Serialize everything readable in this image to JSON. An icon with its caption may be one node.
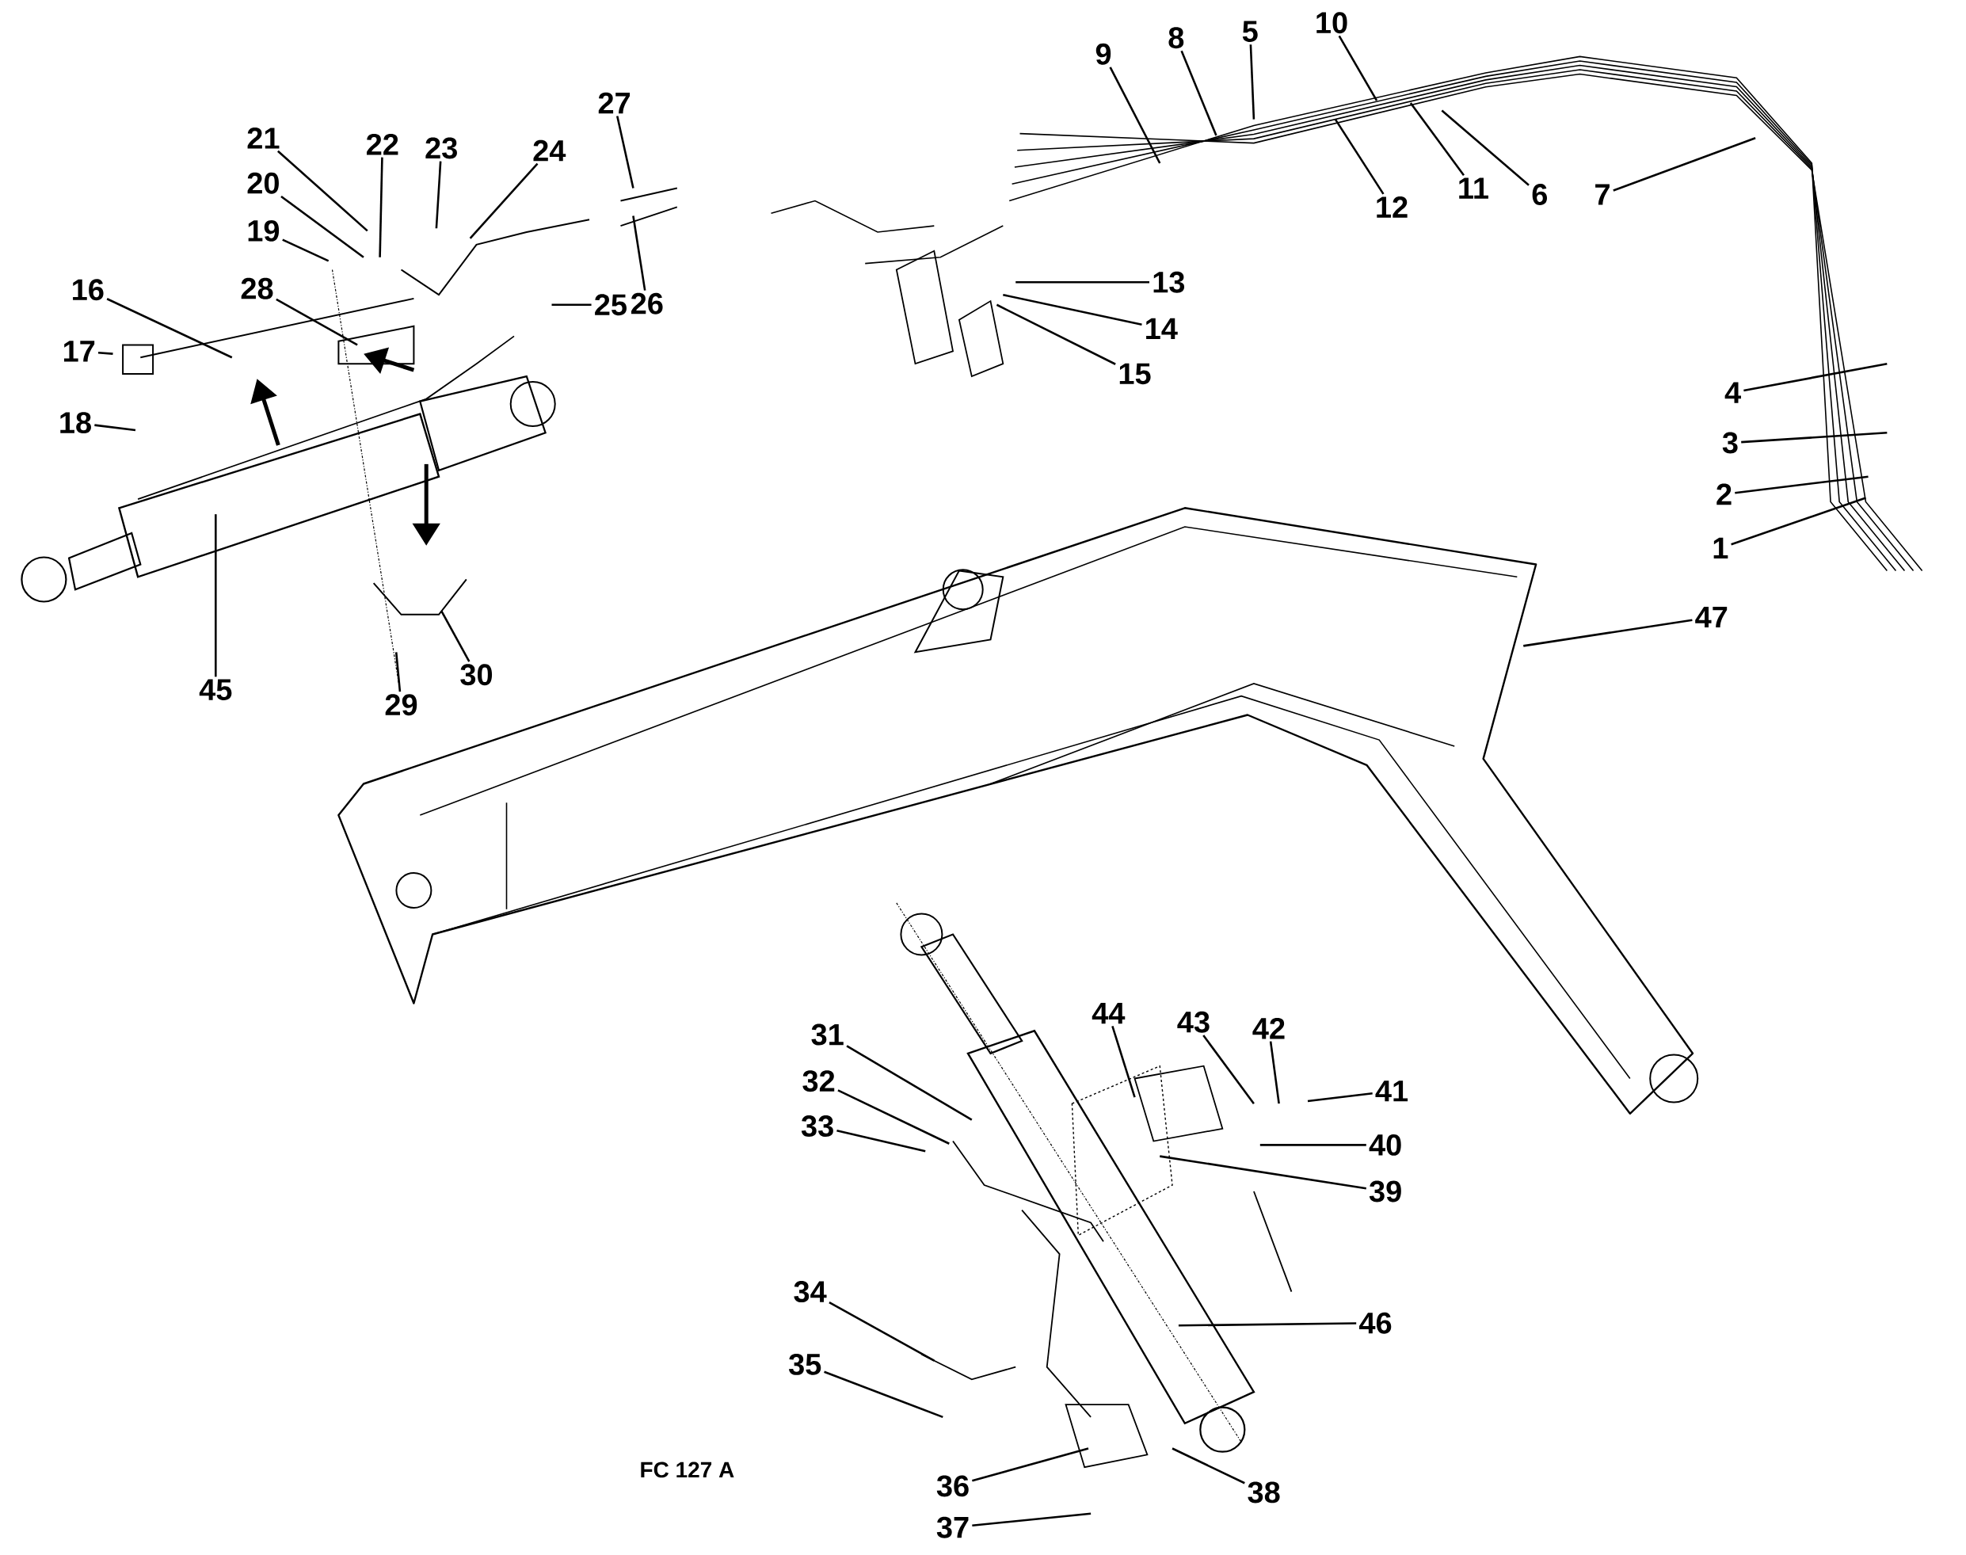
{
  "diagram": {
    "nodes": [
      {
        "text": [
          "1"
        ]
      },
      {
        "text": [
          "2"
        ]
      },
      {
        "text": [
          "3"
        ]
      },
      {
        "text": [
          "4"
        ]
      },
      {
        "text": [
          "5"
        ]
      },
      {
        "text": [
          "6"
        ]
      },
      {
        "text": [
          "7"
        ]
      },
      {
        "text": [
          "8"
        ]
      },
      {
        "text": [
          "9"
        ]
      },
      {
        "text": [
          "10"
        ]
      },
      {
        "text": [
          "11"
        ]
      },
      {
        "text": [
          "12"
        ]
      },
      {
        "text": [
          "13"
        ]
      },
      {
        "text": [
          "14"
        ]
      },
      {
        "text": [
          "15"
        ]
      },
      {
        "text": [
          "16"
        ]
      },
      {
        "text": [
          "17"
        ]
      },
      {
        "text": [
          "18"
        ]
      },
      {
        "text": [
          "19"
        ]
      },
      {
        "text": [
          "20"
        ]
      },
      {
        "text": [
          "21"
        ]
      },
      {
        "text": [
          "22"
        ]
      },
      {
        "text": [
          "23"
        ]
      },
      {
        "text": [
          "24"
        ]
      },
      {
        "text": [
          "25"
        ]
      },
      {
        "text": [
          "26"
        ]
      },
      {
        "text": [
          "27"
        ]
      },
      {
        "text": [
          "28"
        ]
      },
      {
        "text": [
          "29"
        ]
      },
      {
        "text": [
          "30"
        ]
      },
      {
        "text": [
          "31"
        ]
      },
      {
        "text": [
          "32"
        ]
      },
      {
        "text": [
          "33"
        ]
      },
      {
        "text": [
          "34"
        ]
      },
      {
        "text": [
          "35"
        ]
      },
      {
        "text": [
          "36"
        ]
      },
      {
        "text": [
          "37"
        ]
      },
      {
        "text": [
          "38"
        ]
      },
      {
        "text": [
          "39"
        ]
      },
      {
        "text": [
          "40"
        ]
      },
      {
        "text": [
          "41"
        ]
      },
      {
        "text": [
          "42"
        ]
      },
      {
        "text": [
          "43"
        ]
      },
      {
        "text": [
          "44"
        ]
      },
      {
        "text": [
          "45"
        ]
      },
      {
        "text": [
          "46"
        ]
      },
      {
        "text": [
          "47"
        ]
      }
    ],
    "edges": [
      {
        "from": 0,
        "to": null,
        "arrow": "none"
      },
      {
        "from": 1,
        "to": null,
        "arrow": "none"
      },
      {
        "from": 2,
        "to": null,
        "arrow": "none"
      },
      {
        "from": 3,
        "to": null,
        "arrow": "none"
      },
      {
        "from": 4,
        "to": null,
        "arrow": "none"
      },
      {
        "from": 5,
        "to": null,
        "arrow": "none"
      },
      {
        "from": 6,
        "to": null,
        "arrow": "none"
      },
      {
        "from": 7,
        "to": null,
        "arrow": "none"
      },
      {
        "from": 8,
        "to": null,
        "arrow": "none"
      },
      {
        "from": 9,
        "to": null,
        "arrow": "none"
      },
      {
        "from": 10,
        "to": null,
        "arrow": "none"
      },
      {
        "from": 11,
        "to": null,
        "arrow": "none"
      },
      {
        "from": 12,
        "to": null,
        "arrow": "none"
      },
      {
        "from": 13,
        "to": null,
        "arrow": "none"
      },
      {
        "from": 14,
        "to": null,
        "arrow": "none"
      },
      {
        "from": 15,
        "to": null,
        "arrow": "none"
      },
      {
        "from": 16,
        "to": null,
        "arrow": "none"
      },
      {
        "from": 17,
        "to": null,
        "arrow": "none"
      },
      {
        "from": 18,
        "to": null,
        "arrow": "none"
      },
      {
        "from": 19,
        "to": null,
        "arrow": "none"
      },
      {
        "from": 20,
        "to": null,
        "arrow": "none"
      },
      {
        "from": 21,
        "to": null,
        "arrow": "none"
      },
      {
        "from": 22,
        "to": null,
        "arrow": "none"
      },
      {
        "from": 23,
        "to": null,
        "arrow": "none"
      },
      {
        "from": 24,
        "to": null,
        "arrow": "none"
      },
      {
        "from": 25,
        "to": null,
        "arrow": "none"
      },
      {
        "from": 26,
        "to": null,
        "arrow": "none"
      },
      {
        "from": 27,
        "to": null,
        "arrow": "none"
      },
      {
        "from": 28,
        "to": null,
        "arrow": "none"
      },
      {
        "from": 29,
        "to": null,
        "arrow": "none"
      },
      {
        "from": 30,
        "to": null,
        "arrow": "none"
      },
      {
        "from": 31,
        "to": null,
        "arrow": "none"
      },
      {
        "from": 32,
        "to": null,
        "arrow": "none"
      },
      {
        "from": 33,
        "to": null,
        "arrow": "none"
      },
      {
        "from": 34,
        "to": null,
        "arrow": "none"
      },
      {
        "from": 35,
        "to": null,
        "arrow": "none"
      },
      {
        "from": 36,
        "to": null,
        "arrow": "none"
      },
      {
        "from": 37,
        "to": null,
        "arrow": "none"
      },
      {
        "from": 38,
        "to": null,
        "arrow": "none"
      },
      {
        "from": 39,
        "to": null,
        "arrow": "none"
      },
      {
        "from": 40,
        "to": null,
        "arrow": "none"
      },
      {
        "from": 41,
        "to": null,
        "arrow": "none"
      },
      {
        "from": 42,
        "to": null,
        "arrow": "none"
      },
      {
        "from": 43,
        "to": null,
        "arrow": "none"
      },
      {
        "from": 44,
        "to": null,
        "arrow": "none"
      },
      {
        "from": 45,
        "to": null,
        "arrow": "none"
      },
      {
        "from": 46,
        "to": null,
        "arrow": "none"
      }
    ],
    "labels": [
      "FC 127 A"
    ]
  }
}
